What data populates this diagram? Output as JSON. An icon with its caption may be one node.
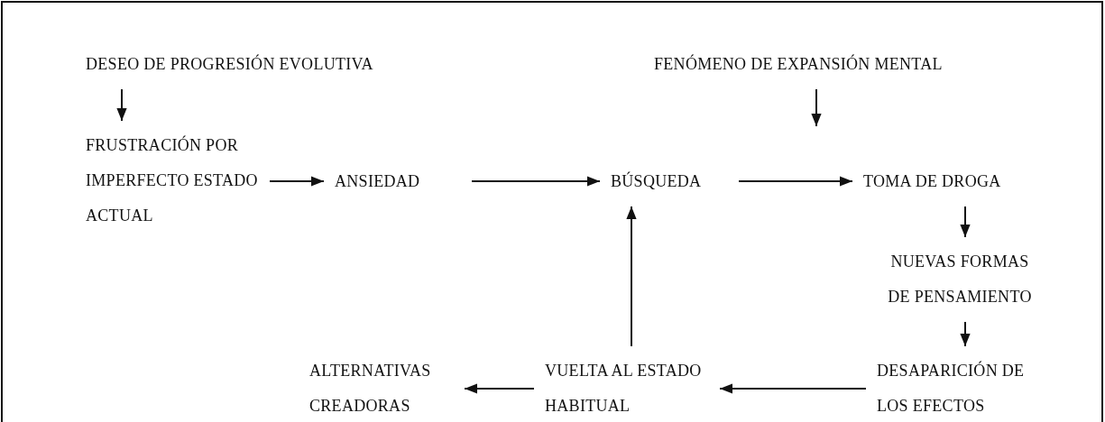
{
  "diagram": {
    "nodes": [
      {
        "text": [
          "DESEO DE PROGRESIÓN EVOLUTIVA"
        ]
      },
      {
        "text": [
          "FRUSTRACIÓN POR IMPERFECTO ESTADO ACTUAL"
        ]
      },
      {
        "text": [
          "ANSIEDAD"
        ]
      },
      {
        "text": [
          "FENÓMENO DE EXPANSIÓN MENTAL"
        ]
      },
      {
        "text": [
          "BÚSQUEDA"
        ]
      },
      {
        "text": [
          "TOMA DE DROGA"
        ]
      },
      {
        "text": [
          "NUEVAS FORMAS DE PENSAMIENTO"
        ]
      },
      {
        "text": [
          "ALTERNATIVAS CREADORAS"
        ]
      },
      {
        "text": [
          "VUELTA AL ESTADO HABITUAL"
        ]
      },
      {
        "text": [
          "DESAPARICIÓN DE LOS EFECTOS"
        ]
      }
    ],
    "edges": [
      {
        "from": 0,
        "to": 1,
        "arrow": "to"
      },
      {
        "from": 1,
        "to": 2,
        "arrow": "to"
      },
      {
        "from": 2,
        "to": 4,
        "arrow": "to"
      },
      {
        "from": 3,
        "to": null,
        "arrow": "to"
      },
      {
        "from": 4,
        "to": 5,
        "arrow": "to"
      },
      {
        "from": 5,
        "to": 6,
        "arrow": "to"
      },
      {
        "from": 6,
        "to": 9,
        "arrow": "to"
      },
      {
        "from": 9,
        "to": 8,
        "arrow": "to"
      },
      {
        "from": 8,
        "to": 4,
        "arrow": "to"
      },
      {
        "from": 8,
        "to": 7,
        "arrow": "to"
      }
    ]
  }
}
